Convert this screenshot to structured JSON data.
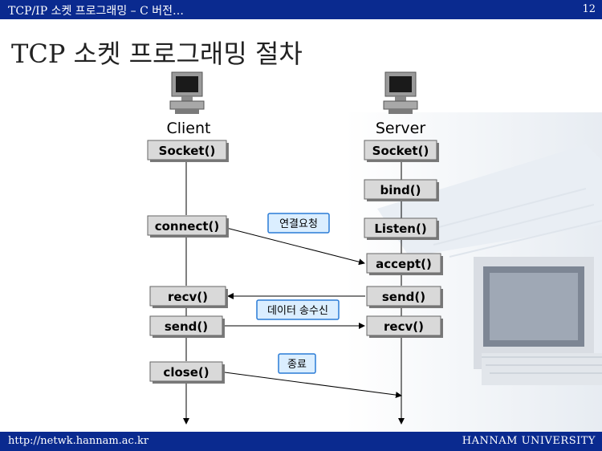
{
  "header": {
    "title": "TCP/IP 소켓 프로그래밍 – C 버전…",
    "page_number": "12"
  },
  "slide": {
    "title": "TCP 소켓 프로그래밍 절차"
  },
  "client": {
    "label": "Client",
    "steps": [
      "Socket()",
      "connect()",
      "recv()",
      "send()",
      "close()"
    ]
  },
  "server": {
    "label": "Server",
    "steps": [
      "Socket()",
      "bind()",
      "Listen()",
      "accept()",
      "send()",
      "recv()"
    ]
  },
  "annotations": {
    "connect_request": "연결요청",
    "data_transfer": "데이터 송수신",
    "terminate": "종료"
  },
  "footer": {
    "url": "http://netwk.hannam.ac.kr",
    "university": "HANNAM  UNIVERSITY"
  },
  "colors": {
    "bar": "#0a2a8f",
    "box_face": "#d9d9d9",
    "tag_fill": "#dbeeff",
    "tag_border": "#2a7bd6"
  }
}
